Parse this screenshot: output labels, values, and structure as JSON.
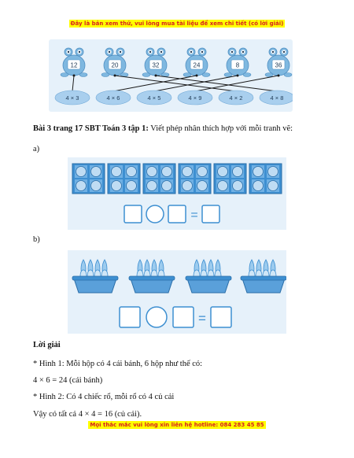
{
  "banners": {
    "top": "Đây là bản xem thử, vui lòng mua tài liệu để xem chi tiết (có lời giải)",
    "bottom": "Mọi thắc mắc vui lòng xin liên hệ hotline: 084 283 45 85"
  },
  "frog_figure": {
    "frog_numbers": [
      "12",
      "20",
      "32",
      "24",
      "8",
      "36"
    ],
    "leaf_expressions": [
      "4 × 3",
      "4 × 6",
      "4 × 5",
      "4 × 9",
      "4 × 2",
      "4 × 8"
    ]
  },
  "exercise": {
    "title_bold": "Bài 3 trang 17 SBT Toán 3 tập 1:",
    "title_rest": " Viết phép nhân thích hợp với mỗi tranh vẽ:",
    "label_a": "a)",
    "label_b": "b)",
    "equation_sign": "="
  },
  "solution": {
    "heading": "Lời giải",
    "line1": "* Hình 1: Mỗi hộp có 4 cái bánh, 6 hộp như thế có:",
    "line2": "4 × 6 = 24 (cái bánh)",
    "line3": "* Hình 2: Có 4 chiếc rổ, mỗi rổ có 4 củ cải",
    "line4": "Vậy có tất cả 4 × 4 = 16 (củ cải)."
  },
  "colors": {
    "banner_text": "#d62020",
    "banner_bg": "#ffff00",
    "panel_bg": "#e6f1fa",
    "frog_blue": "#7fb8e0",
    "leaf_blue": "#a9cfee",
    "box_blue": "#3d8fd1"
  }
}
